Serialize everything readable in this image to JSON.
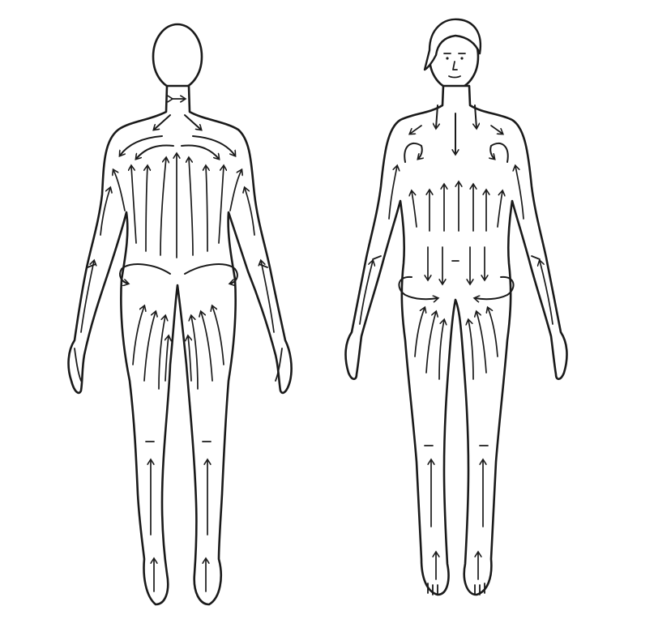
{
  "figure": {
    "line_color": "#1a1a1a",
    "background": "#ffffff",
    "figures": [
      {
        "view": "back",
        "arrow_direction": "toward-heart"
      },
      {
        "view": "front",
        "arrow_direction": "toward-heart"
      }
    ]
  }
}
